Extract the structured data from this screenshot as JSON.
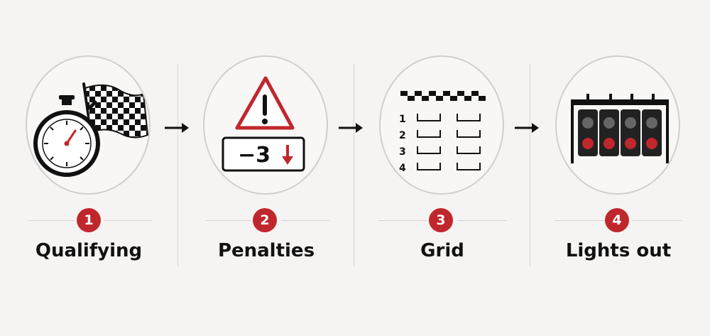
{
  "steps": [
    {
      "number": "1",
      "label": "Qualifying",
      "icon": "stopwatch-checkered-flag-icon"
    },
    {
      "number": "2",
      "label": "Penalties",
      "icon": "warning-penalty-icon",
      "penalty_text": "−3"
    },
    {
      "number": "3",
      "label": "Grid",
      "icon": "starting-grid-icon",
      "positions": [
        "1",
        "2",
        "3",
        "4"
      ]
    },
    {
      "number": "4",
      "label": "Lights out",
      "icon": "start-lights-icon"
    }
  ],
  "colors": {
    "accent": "#c0272d",
    "ink": "#111111",
    "background": "#f5f4f2"
  }
}
